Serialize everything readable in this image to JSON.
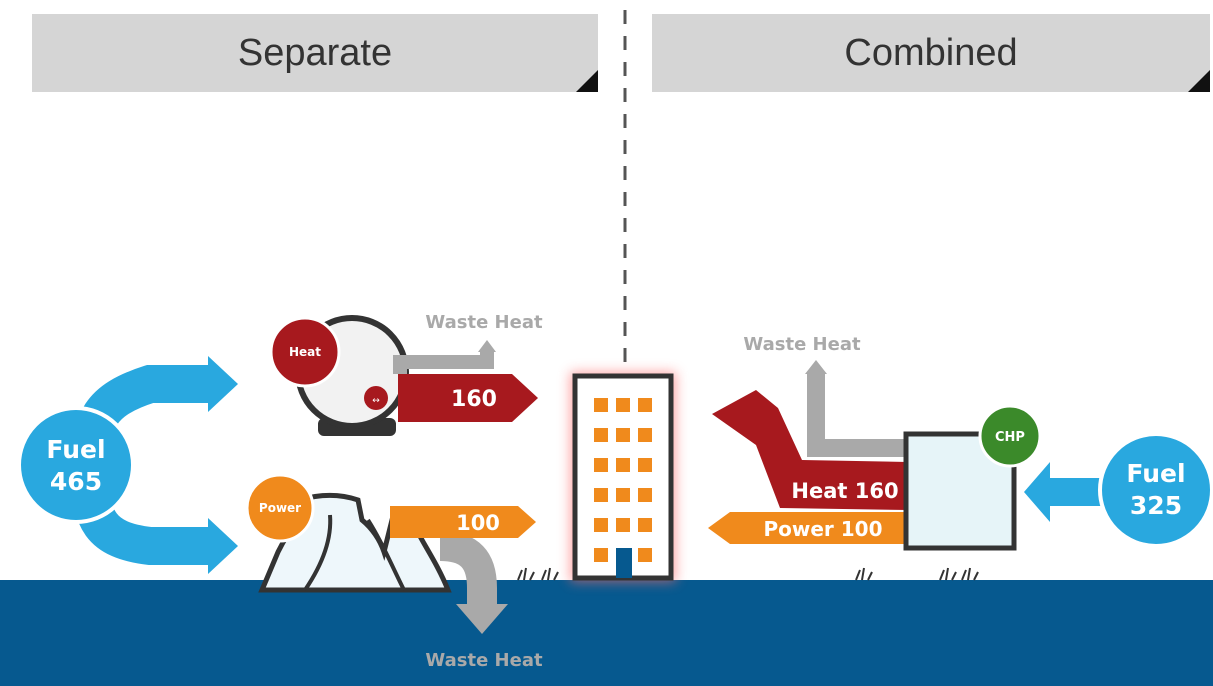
{
  "panels": {
    "separate": {
      "title": "Separate"
    },
    "combined": {
      "title": "Combined"
    }
  },
  "separate": {
    "fuel": {
      "label": "Fuel",
      "value": "465"
    },
    "boiler_label": "Heat",
    "power_plant_label": "Power",
    "heat_flow": "160",
    "power_flow": "100",
    "waste_heat_top": "Waste Heat",
    "waste_heat_bottom": "Waste Heat"
  },
  "combined": {
    "fuel": {
      "label": "Fuel",
      "value": "325"
    },
    "chp_label": "CHP",
    "heat_flow": "Heat 160",
    "power_flow": "Power 100",
    "waste_heat": "Waste Heat"
  },
  "colors": {
    "fuel": "#29a8df",
    "heat": "#a7191e",
    "power": "#f08a1c",
    "waste": "#a9a9a9",
    "chp": "#3b8a2a",
    "ground": "#06598f",
    "building_window": "#f08a1c"
  }
}
